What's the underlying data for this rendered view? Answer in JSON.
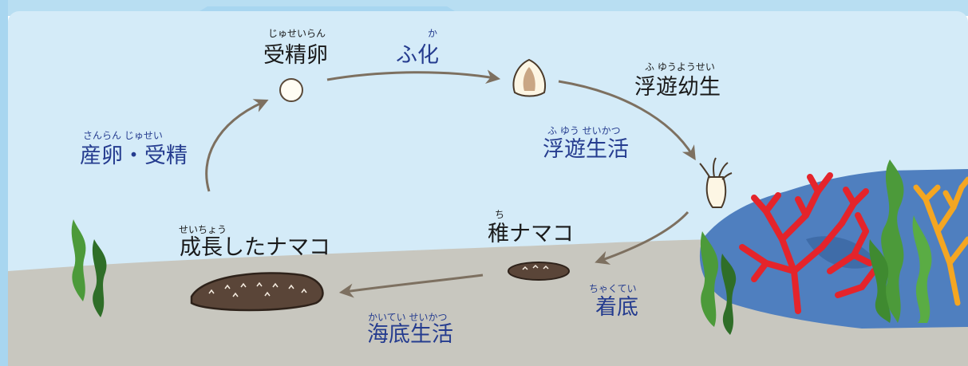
{
  "stages": {
    "fertilized_egg": {
      "ruby": "じゅせいらん",
      "text": "受精卵"
    },
    "larva": {
      "ruby": "ふ ゆうようせい",
      "text": "浮遊幼生"
    },
    "juvenile": {
      "ruby": "ち",
      "text": "稚ナマコ"
    },
    "adult": {
      "ruby": "せいちょう",
      "text": "成長したナマコ"
    }
  },
  "transitions": {
    "hatching": {
      "ruby": "か",
      "text": "ふ化"
    },
    "planktonic": {
      "ruby": "ふ ゆう  せいかつ",
      "text": "浮遊生活"
    },
    "settlement": {
      "ruby": "ちゃくてい",
      "text": "着底"
    },
    "benthic": {
      "ruby": "かいてい せいかつ",
      "text": "海底生活"
    },
    "spawning": {
      "ruby": "さんらん  じゅせい",
      "text": "産卵・受精"
    }
  },
  "colors": {
    "water": "#d4ebf8",
    "seabed": "#c8c7bf",
    "arrow": "#7d7060",
    "stage_text": "#1a1a1a",
    "process_text": "#253c8f",
    "rock": "#4f7fbf",
    "red_coral": "#e4242b",
    "orange_coral": "#f4a622",
    "seaweed": "#4c9a3a"
  },
  "icons": {
    "egg": "circle-egg-icon",
    "larva": "shell-larva-icon",
    "pentactula": "tentacle-larva-icon",
    "juvenile": "small-sea-cucumber-icon",
    "adult": "sea-cucumber-icon"
  }
}
